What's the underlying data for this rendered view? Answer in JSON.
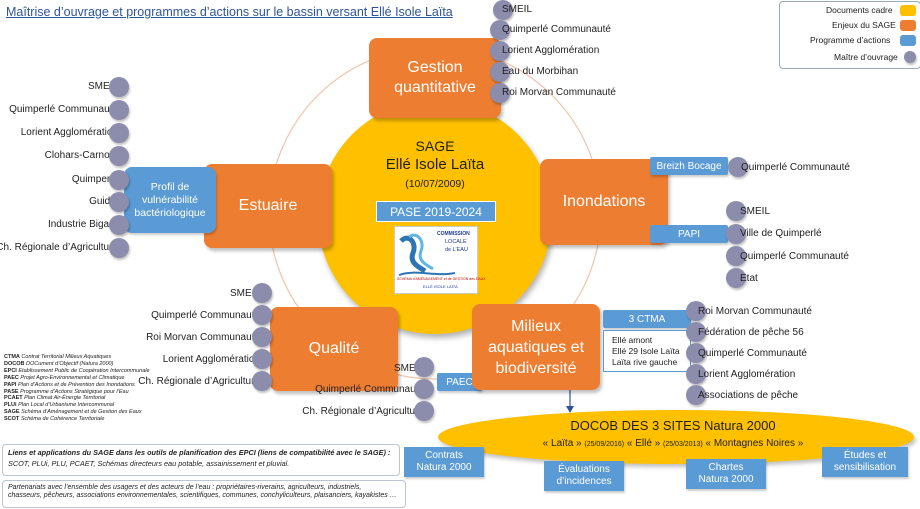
{
  "title": "Maîtrise d’ouvrage et programmes d’actions sur le bassin versant Ellé Isole Laïta",
  "colors": {
    "orange": "#ed7d31",
    "blue": "#5b9bd5",
    "gold": "#ffc000",
    "dot": "#8c8cad"
  },
  "legend": {
    "documents_cadre": "Documents cadre",
    "enjeux_sage": "Enjeux du SAGE",
    "programme_actions": "Programme d’actions",
    "maitre_ouvrage": "Maître d’ouvrage"
  },
  "sage": {
    "line1": "SAGE",
    "line2": "Ellé Isole Laïta",
    "date": "(10/07/2009)",
    "pase": "PASE 2019-2024",
    "logo_text": [
      "COMMISSION",
      "LOCALE",
      "de L’EAU",
      "SCHÉMA d’AMÉNAGEMENT et de GESTION des EAUX",
      "ELLÉ ISOLE LAÏTA"
    ]
  },
  "gestion": {
    "label": "Gestion quantitative",
    "owners": [
      "SMEIL",
      "Quimperlé Communauté",
      "Lorient Agglomération",
      "Eau du Morbihan",
      "Roi Morvan Communauté"
    ]
  },
  "inondations": {
    "label": "Inondations",
    "programs": [
      "Breizh Bocage",
      "PAPI"
    ],
    "bocage_owners": [
      "Quimperlé Communauté"
    ],
    "papi_owners": [
      "SMEIL",
      "Ville de Quimperlé",
      "Quimperlé Communauté",
      "Etat"
    ]
  },
  "estuaire": {
    "label": "Estuaire",
    "program": "Profil de vulnérabilité bactériologique",
    "owners": [
      "SMEIL",
      "Quimperlé Communauté",
      "Lorient Agglomération",
      "Clohars-Carnoët",
      "Quimperlé",
      "Guidel",
      "Industrie Bigard",
      "Ch. Régionale d’Agriculture"
    ]
  },
  "qualite": {
    "label": "Qualité",
    "owners": [
      "SMEIL",
      "Quimperlé Communauté",
      "Roi Morvan Communauté",
      "Lorient Agglomération",
      "Ch. Régionale d’Agriculture"
    ],
    "program": "PAEC",
    "paec_owners": [
      "SMEIL",
      "Quimperlé Communauté",
      "Ch. Régionale d’Agriculture"
    ]
  },
  "milieux": {
    "label": "Milieux aquatiques et biodiversité",
    "program": "3 CTMA",
    "ctma_list": [
      "Ellé amont",
      "Ellé 29 Isole Laïta",
      "Laïta rive gauche"
    ],
    "owners": [
      "Roi Morvan Communauté",
      "Fédération de pêche 56",
      "Quimperlé Communauté",
      "Lorient Agglomération",
      "Associations de pêche"
    ]
  },
  "docob": {
    "title": "DOCOB DES 3 SITES Natura 2000",
    "s1": "« Laïta »",
    "d1": "(25/09/2016)",
    "s2": "« Ellé »",
    "d2": "(25/03/2013)",
    "s3": "« Montagnes Noires »",
    "boxes": [
      "Contrats Natura 2000",
      "Évaluations d’incidences",
      "Chartes Natura 2000",
      "Études et sensibilisation"
    ]
  },
  "abbreviations": [
    {
      "k": "CTMA",
      "v": "Contrat Territorial Milieux Aquatiques"
    },
    {
      "k": "DOCOB",
      "v": "DOCument d’Objectif (Natura 2000)"
    },
    {
      "k": "EPCI",
      "v": "Etablissement Public de Coopération Intercommunale"
    },
    {
      "k": "PAEC",
      "v": "Projet Agro-Environnemental et Climatique"
    },
    {
      "k": "PAPI",
      "v": "Plan d’Actions et de Prévention des Inondations"
    },
    {
      "k": "PASE",
      "v": "Programme d’Actions Stratégique pour l’Eau"
    },
    {
      "k": "PCAET",
      "v": "Plan Climat Air-Énergie Territorial"
    },
    {
      "k": "PLUi",
      "v": "Plan Local d’Urbanisme Intercommunal"
    },
    {
      "k": "SAGE",
      "v": "Schéma d’Aménagement et de Gestion des Eaux"
    },
    {
      "k": "SCOT",
      "v": "Schéma de Cohérence Territoriale"
    }
  ],
  "notes": {
    "epci_line1": "Liens et applications du SAGE dans les outils de planification des EPCI (liens de compatibilité avec le SAGE) :",
    "epci_line2": "SCOT, PLUi, PLU, PCAET, Schémas directeurs eau potable, assainissement et pluvial.",
    "partners_line1": "Partenariats avec l’ensemble des usagers et des acteurs de l’eau : propriétaires-riverains, agriculteurs, industriels,",
    "partners_line2": "chasseurs, pêcheurs, associations environnementales, scientifiques, communes, conchyliculteurs, plaisanciers, kayakistes …"
  }
}
